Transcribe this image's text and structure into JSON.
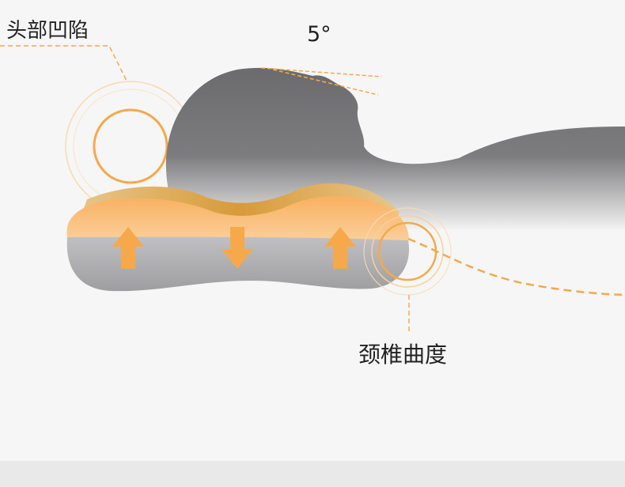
{
  "labels": {
    "head_recess": "头部凹陷",
    "angle": "5°",
    "cervical_curve": "颈椎曲度"
  },
  "colors": {
    "accent": "#f7a84a",
    "head_gray": "#6e6e70",
    "pillow_gray": "#a9a9ab",
    "background": "#f6f6f6"
  }
}
